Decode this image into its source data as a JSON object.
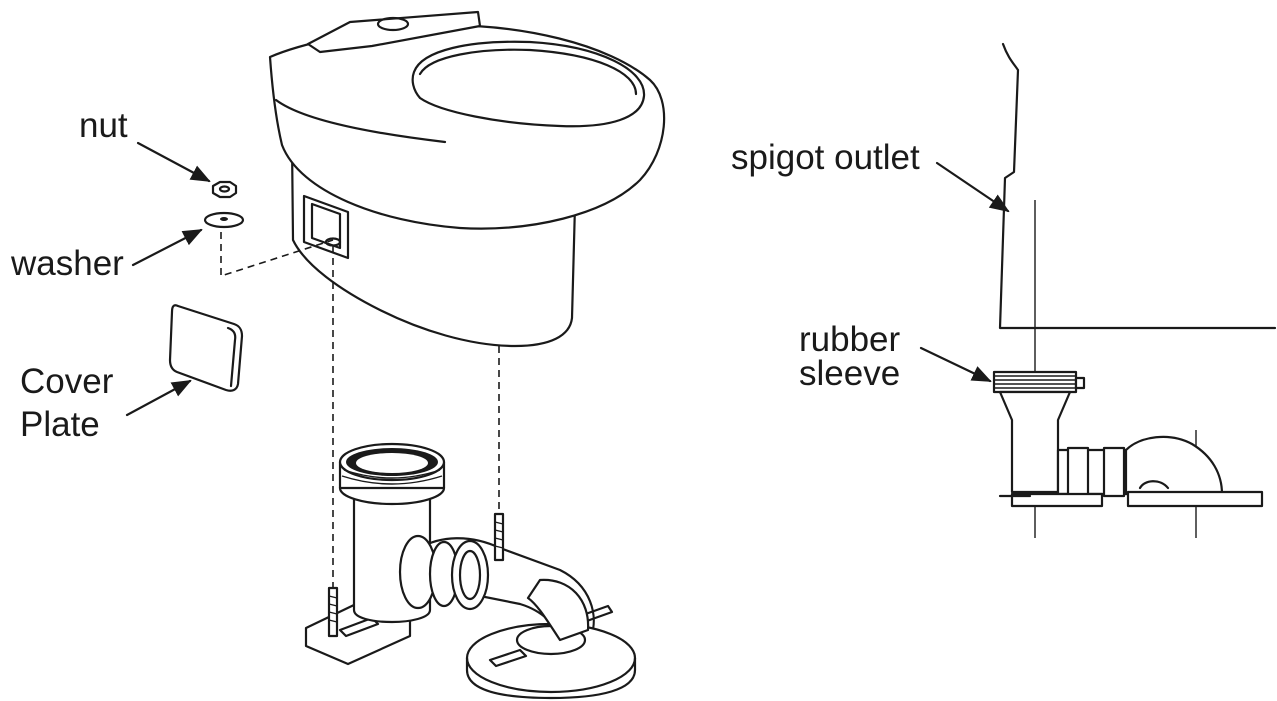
{
  "labels": {
    "nut": "nut",
    "washer": "washer",
    "cover_plate_line1": "Cover",
    "cover_plate_line2": "Plate",
    "spigot_outlet": "spigot outlet",
    "rubber_sleeve_line1": "rubber",
    "rubber_sleeve_line2": "sleeve"
  },
  "colors": {
    "ink": "#1a1a1a",
    "background": "#ffffff"
  }
}
